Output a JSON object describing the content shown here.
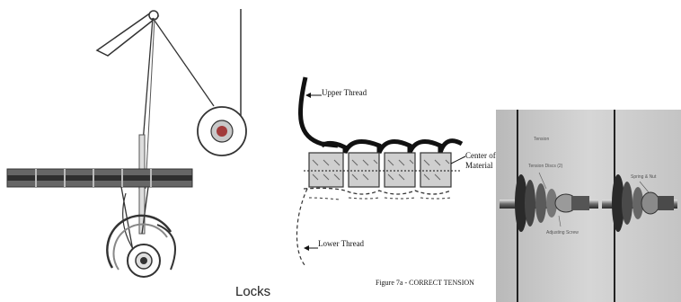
{
  "diagram": {
    "left_caption": "Locks",
    "tension": {
      "upper_thread_label": "Upper Thread",
      "center_material_label": "Center of Material",
      "lower_thread_label": "Lower Thread",
      "figure_caption": "Figure 7a - CORRECT TENSION"
    },
    "photo": {
      "text_a": "Tension",
      "text_b": "Tension Discs (2)",
      "text_c": "Adjusting Screw",
      "text_d": "Spring & Nut"
    }
  }
}
